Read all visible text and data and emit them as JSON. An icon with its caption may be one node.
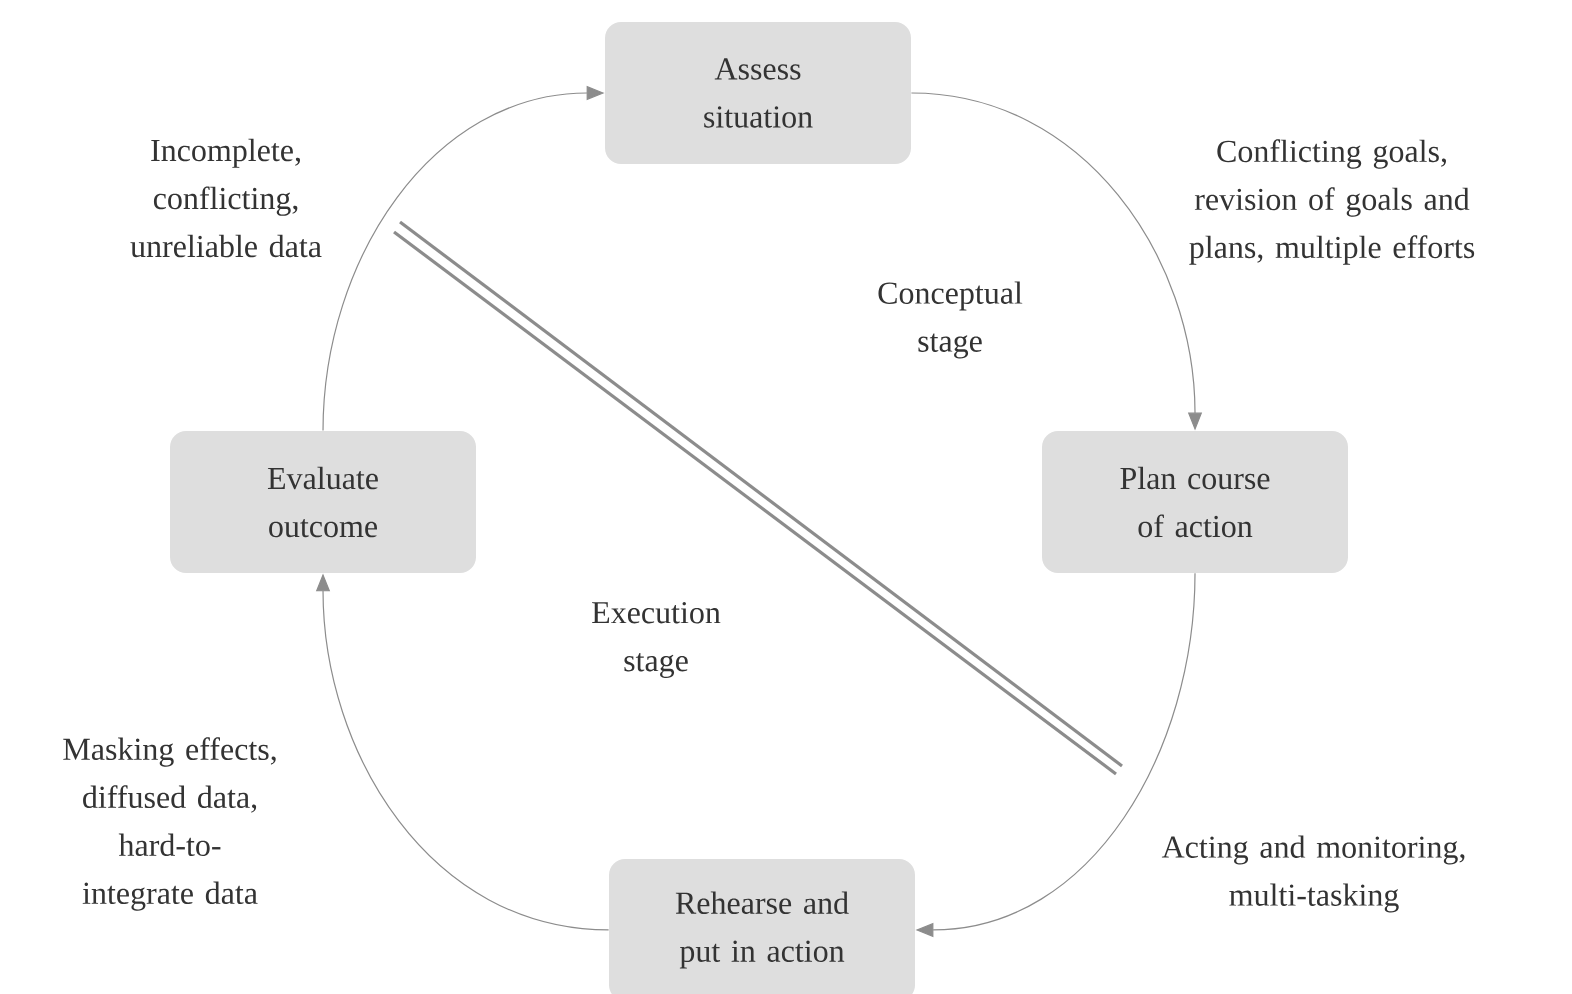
{
  "diagram": {
    "nodes": [
      {
        "text": [
          "Assess situation"
        ]
      },
      {
        "text": [
          "Plan course of action"
        ]
      },
      {
        "text": [
          "Rehearse and put in action"
        ]
      },
      {
        "text": [
          "Evaluate outcome"
        ]
      }
    ],
    "edges": [
      {
        "from": 3,
        "to": 0,
        "arrow": "to",
        "label": "Incomplete, conflicting, unreliable data"
      },
      {
        "from": 0,
        "to": 1,
        "arrow": "to",
        "label": "Conflicting goals, revision of goals and plans, multiple efforts"
      },
      {
        "from": 1,
        "to": 2,
        "arrow": "to",
        "label": "Acting and monitoring, multi-tasking"
      },
      {
        "from": 2,
        "to": 3,
        "arrow": "to",
        "label": "Masking effects, diffused data, hard-to-integrate data"
      }
    ],
    "labels": [
      "Conceptual stage",
      "Execution stage"
    ]
  }
}
